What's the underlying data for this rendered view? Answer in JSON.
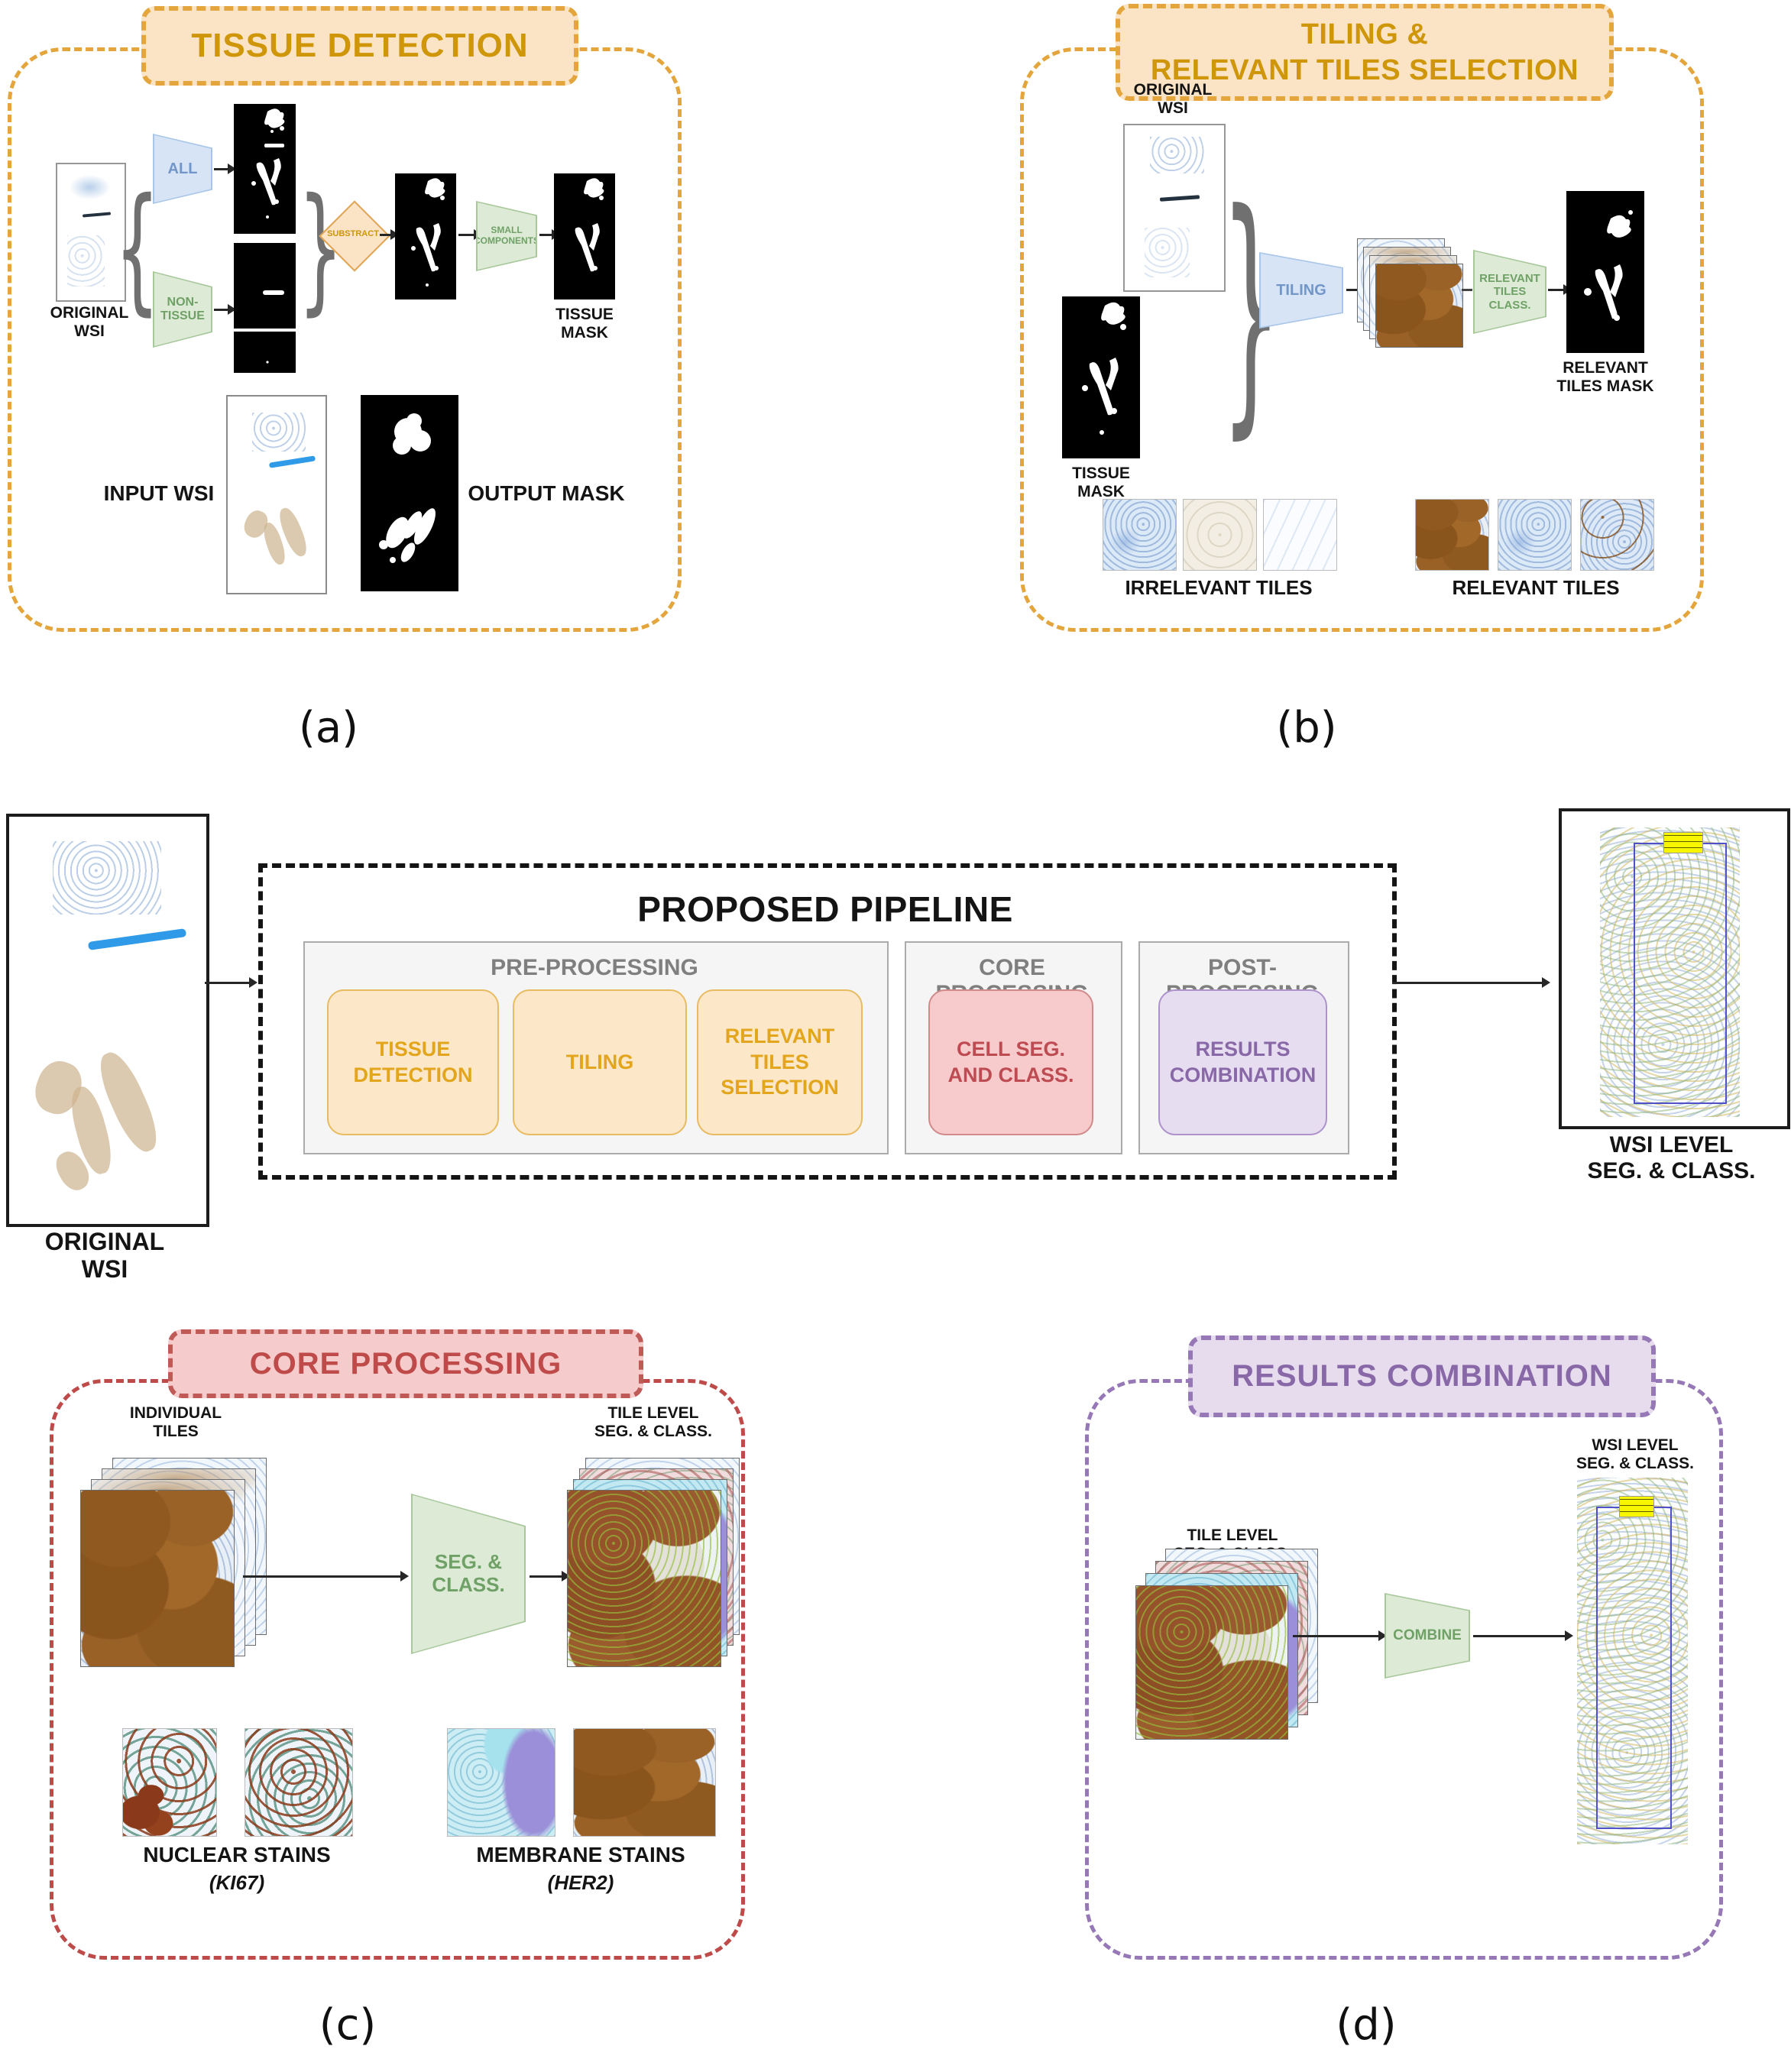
{
  "colors": {
    "gold_text": "#CE9608",
    "gold_border": "#E3A53C",
    "peach_fill": "#FBE4C6",
    "red_text": "#BE4B49",
    "red_border": "#C05A56",
    "pink_fill": "#F5CBCB",
    "purple_text": "#8968A8",
    "purple_border": "#9678B6",
    "purple_fill": "#E6DCEE",
    "blue_node_text": "#7396C8",
    "green_node_text": "#6FA167",
    "pipeline_orange_text": "#E2A51C",
    "pipeline_red_text": "#BE4B52",
    "pipeline_purple_text": "#8968A8",
    "section_label": "#7F7F7F",
    "mask_bg": "#000000",
    "marker_blue": "#2F9BE8"
  },
  "panel_a": {
    "title": "TISSUE DETECTION",
    "caption": "(a)",
    "original_wsi_label": "ORIGINAL\nWSI",
    "all_label": "ALL",
    "non_tissue_label": "NON-\nTISSUE",
    "substract_label": "SUBSTRACT",
    "small_components_label": "SMALL\nCOMPONENTS",
    "tissue_mask_label": "TISSUE\nMASK",
    "input_wsi_label": "INPUT WSI",
    "output_mask_label": "OUTPUT MASK"
  },
  "panel_b": {
    "title": "TILING &\nRELEVANT TILES SELECTION",
    "caption": "(b)",
    "original_wsi_label": "ORIGINAL\nWSI",
    "tissue_mask_label": "TISSUE\nMASK",
    "tiling_label": "TILING",
    "relevant_tiles_class_label": "RELEVANT\nTILES\nCLASS.",
    "relevant_tiles_mask_label": "RELEVANT\nTILES MASK",
    "irrelevant_tiles_label": "IRRELEVANT TILES",
    "relevant_tiles_label": "RELEVANT TILES"
  },
  "pipeline": {
    "title": "PROPOSED PIPELINE",
    "input_label": "ORIGINAL\nWSI",
    "output_label": "WSI LEVEL\nSEG. & CLASS.",
    "sections": [
      {
        "label": "PRE-PROCESSING",
        "boxes": [
          "TISSUE\nDETECTION",
          "TILING",
          "RELEVANT TILES\nSELECTION"
        ]
      },
      {
        "label": "CORE PROCESSING",
        "boxes": [
          "CELL SEG.\nAND CLASS."
        ]
      },
      {
        "label": "POST-PROCESSING",
        "boxes": [
          "RESULTS\nCOMBINATION"
        ]
      }
    ]
  },
  "panel_c": {
    "title": "CORE PROCESSING",
    "caption": "(c)",
    "individual_tiles_label": "INDIVIDUAL\nTILES",
    "seg_class_label": "SEG. &\nCLASS.",
    "tile_level_label": "TILE LEVEL\nSEG. & CLASS.",
    "nuclear_stains_label": "NUCLEAR STAINS",
    "nuclear_stains_sub": "(KI67)",
    "membrane_stains_label": "MEMBRANE STAINS",
    "membrane_stains_sub": "(HER2)"
  },
  "panel_d": {
    "title": "RESULTS COMBINATION",
    "caption": "(d)",
    "tile_level_label": "TILE LEVEL\nSEG. & CLASS.",
    "combine_label": "COMBINE",
    "wsi_level_label": "WSI LEVEL\nSEG. & CLASS."
  }
}
